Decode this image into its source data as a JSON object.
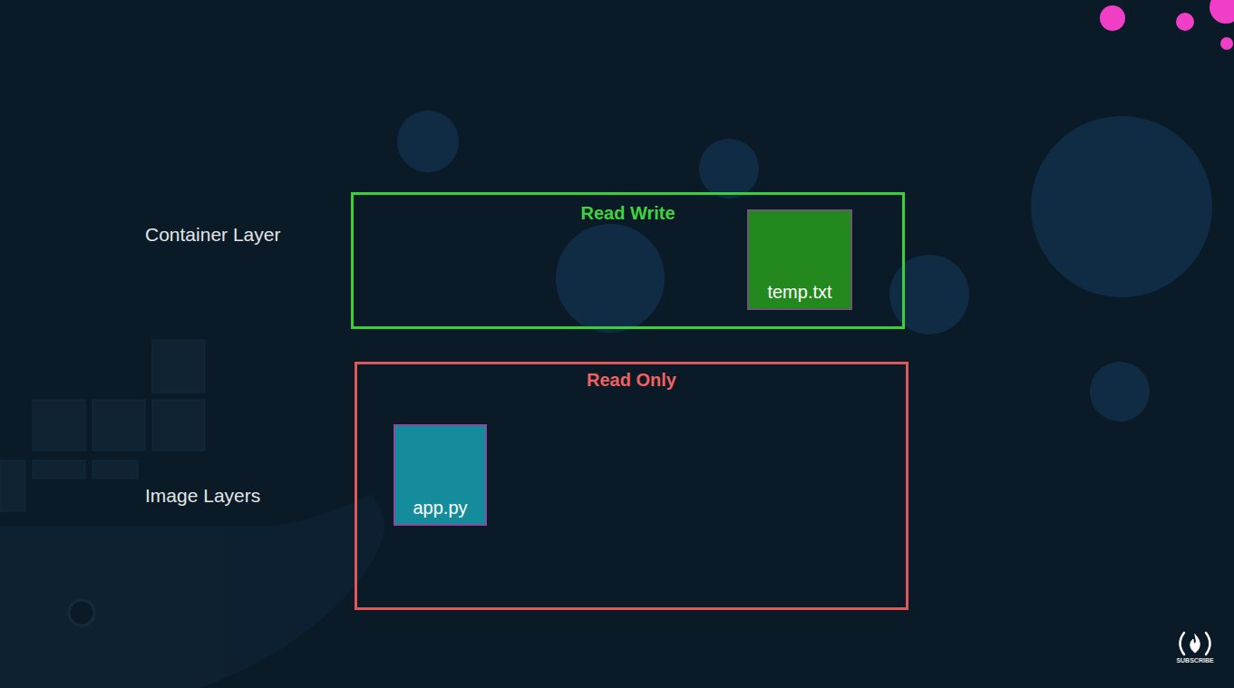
{
  "diagram": {
    "nodes": [
      {
        "text": [
          "Read Write"
        ]
      },
      {
        "text": [
          "temp.txt"
        ],
        "in": 0
      },
      {
        "text": [
          "Read Only"
        ]
      },
      {
        "text": [
          "app.py"
        ],
        "in": 2
      }
    ],
    "labels": [
      "Container Layer",
      "Image Layers",
      "SUBSCRIBE"
    ]
  }
}
